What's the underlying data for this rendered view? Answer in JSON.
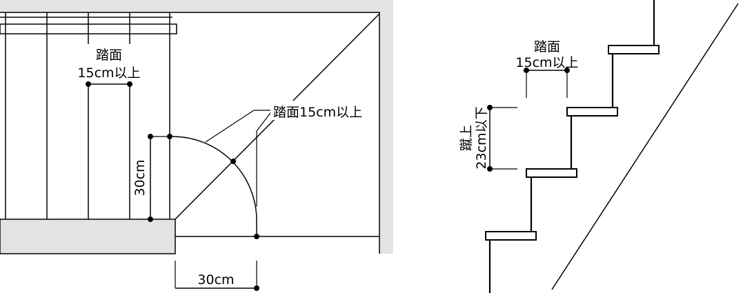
{
  "plan_view": {
    "narrow_tread_label_line1": "踏面",
    "narrow_tread_label_line2": "15cm以上",
    "winder_tread_label": "踏面15cm以上",
    "vertical_dimension_label": "30cm",
    "horizontal_dimension_label": "30cm"
  },
  "section_view": {
    "tread_label_line1": "踏面",
    "tread_label_line2": "15cm以上",
    "riser_label_line1": "蹴上",
    "riser_label_line2": "23cm以下"
  },
  "colors": {
    "wall_fill": "#e3e3e3",
    "line": "#000000",
    "background": "#ffffff"
  }
}
